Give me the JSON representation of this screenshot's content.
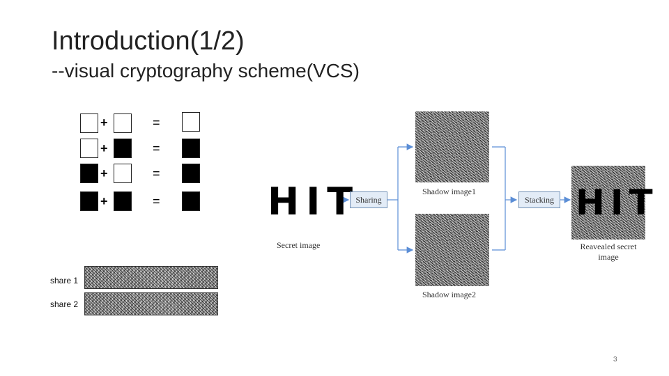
{
  "slide": {
    "title": "Introduction(1/2)",
    "subtitle": "--visual cryptography scheme(VCS)",
    "page_number": "3"
  },
  "stacking_table": {
    "plus": "+",
    "equals": "=",
    "rows": [
      {
        "a": "white",
        "b": "white",
        "result": "white"
      },
      {
        "a": "white",
        "b": "black",
        "result": "black"
      },
      {
        "a": "black",
        "b": "white",
        "result": "black"
      },
      {
        "a": "black",
        "b": "black",
        "result": "black"
      }
    ]
  },
  "shares": {
    "share1_label": "share 1",
    "share2_label": "share 2"
  },
  "diagram": {
    "secret_text": "HIT",
    "secret_caption": "Secret image",
    "sharing_label": "Sharing",
    "shadow1_caption": "Shadow image1",
    "shadow2_caption": "Shadow image2",
    "stacking_label": "Stacking",
    "revealed_text": "HIT",
    "revealed_caption_line1": "Reavealed secret",
    "revealed_caption_line2": "image",
    "arrow_color": "#5b8ed6"
  }
}
